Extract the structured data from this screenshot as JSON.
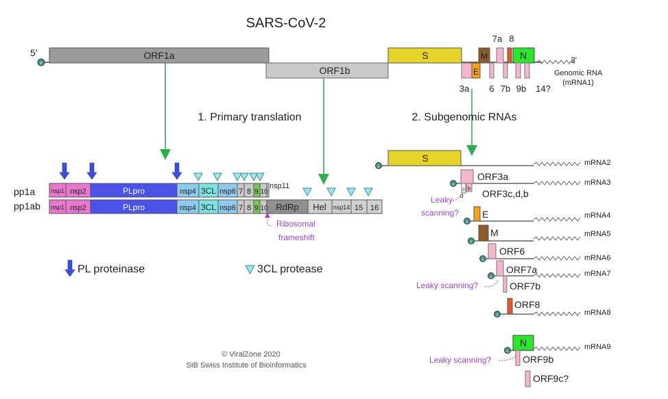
{
  "title": "SARS-CoV-2",
  "colors": {
    "orf1a": "#9a9a9a",
    "orf1b": "#c8c8c8",
    "spike": "#e6d42a",
    "envelope": "#f3a21b",
    "membrane": "#8c5a2b",
    "nucleocapsid": "#2ee52e",
    "pink": "#f3b6cd",
    "orf8": "#e05a2a",
    "green_arrow": "#2fae4f",
    "pl_arrow": "#3c4fe0",
    "cl_triangle": "#9fe7ef",
    "purple_text": "#9a45c8",
    "nsp_pink": "#e777cf",
    "plpro_blue": "#4a52e8",
    "nsp_light_blue": "#8ec9ee",
    "nsp_cyan": "#7fe2e2",
    "nsp_green": "#77c850",
    "rdrp_gray": "#8f8f8f",
    "late_gray": "#cfcfcf"
  },
  "genome": {
    "five_prime": "5′",
    "three_prime": "3′",
    "orf1a": "ORF1a",
    "orf1b": "ORF1b",
    "S": "S",
    "M": "M",
    "E": "E",
    "N": "N",
    "l_7a": "7a",
    "l_8": "8",
    "l_3a": "3a",
    "l_6": "6",
    "l_7b": "7b",
    "l_9b": "9b",
    "l_14": "14?",
    "genomic_rna": "Genomic RNA",
    "mrna1": "(mRNA1)"
  },
  "section1": "1. Primary translation",
  "section2": "2. Subgenomic RNAs",
  "polyproteins": {
    "pp1a": "pp1a",
    "pp1ab": "pp1ab",
    "nsp1": "nsp1",
    "nsp2": "nsp2",
    "plpro": "PLpro",
    "nsp4": "nsp4",
    "cl3": "3CL",
    "nsp6": "nsp6",
    "nsp7": "7",
    "nsp8": "8",
    "nsp9": "9",
    "nsp10": "10",
    "nsp11": "nsp11",
    "rdrp": "RdRp",
    "hel": "Hel",
    "nsp14": "nsp14",
    "nsp15": "15",
    "nsp16": "16",
    "ribosomal": "Ribosomal",
    "frameshift": "frameshift"
  },
  "legend": {
    "pl": "PL proteinase",
    "cl": "3CL protease"
  },
  "credit": {
    "line1": "© ViralZone 2020",
    "line2": "SIB Swiss Institute of Bioinformatics"
  },
  "subgenomic": {
    "mrna2": "mRNA2",
    "mrna3": "mRNA3",
    "mrna4": "mRNA4",
    "mrna5": "mRNA5",
    "mrna6": "mRNA6",
    "mrna7": "mRNA7",
    "mrna8": "mRNA8",
    "mrna9": "mRNA9",
    "orf3a": "ORF3a",
    "orf3cdb": "ORF3c,d,b",
    "c": "c",
    "b": "b",
    "d": "d",
    "leaky": "Leaky",
    "scanning_q": "scanning?",
    "leaky_scanning": "Leaky scanning?",
    "E": "E",
    "M": "M",
    "orf6": "ORF6",
    "orf7a": "ORF7a",
    "orf7b": "ORF7b",
    "orf8": "ORF8",
    "N": "N",
    "orf9b": "ORF9b",
    "orf9c": "ORF9c?",
    "S": "S"
  },
  "cap": "c"
}
